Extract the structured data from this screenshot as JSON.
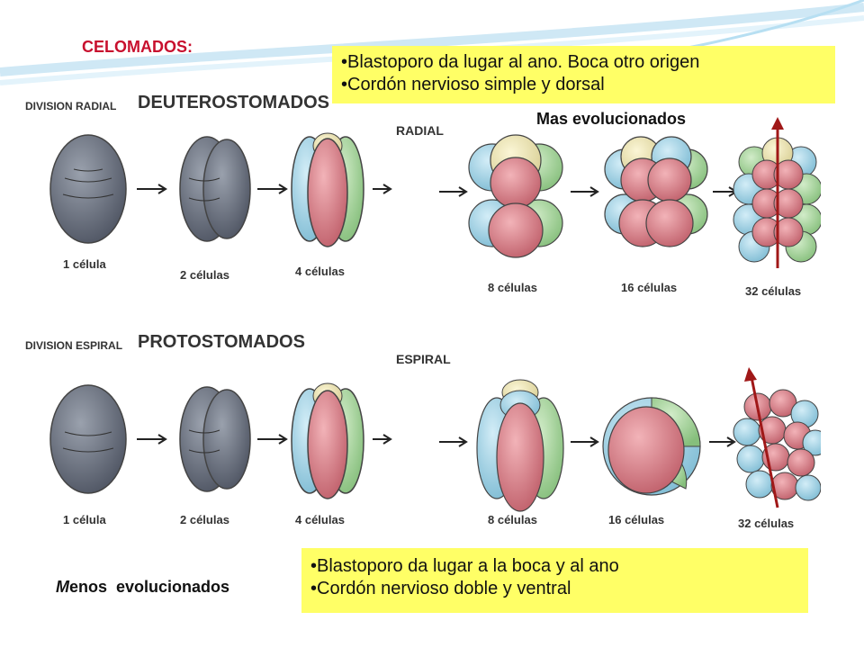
{
  "slide_title": "CELOMADOS:",
  "deuterostomados_box": {
    "line1": "•Blastoporo da lugar al ano. Boca otro origen",
    "line2": "•Cordón nervioso simple y dorsal"
  },
  "protostomados_box": {
    "line1": "•Blastoporo da lugar a la boca y al ano",
    "line2": "•Cordón nervioso doble y ventral"
  },
  "note_top": "Mas evolucionados",
  "note_bottom": {
    "first": "M",
    "rest": "enos  evolucionados"
  },
  "diagram": {
    "top": {
      "division": "DIVISION RADIAL",
      "group": "DEUTEROSTOMADOS",
      "type": "RADIAL",
      "stages": [
        "1 célula",
        "2 células",
        "4 células",
        "8 células",
        "16 células",
        "32 células"
      ]
    },
    "bottom": {
      "division": "DIVISION ESPIRAL",
      "group": "PROTOSTOMADOS",
      "type": "ESPIRAL",
      "stages": [
        "1 célula",
        "2 células",
        "4 células",
        "8 células",
        "16 células",
        "32 células"
      ]
    }
  },
  "colors": {
    "title": "#c8102e",
    "box": "#ffff66",
    "cell_red": "#d9858f",
    "cell_green": "#a9d3a0",
    "cell_blue": "#a9d6e8",
    "cell_gray": "#6f7684",
    "arrow": "#a01818"
  }
}
